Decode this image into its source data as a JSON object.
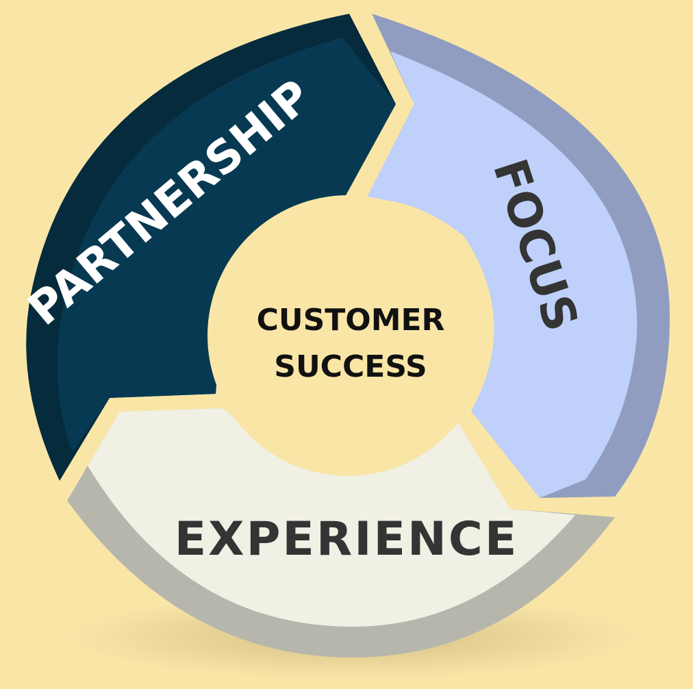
{
  "center": {
    "line1": "CUSTOMER",
    "line2": "SUCCESS"
  },
  "segments": [
    {
      "id": "partnership",
      "label": "PARTNERSHIP",
      "fill": "#073a52",
      "rim": "#052b3d",
      "text_color": "#ffffff"
    },
    {
      "id": "focus",
      "label": "FOCUS",
      "fill": "#bfd0fb",
      "rim": "#909dc0",
      "text_color": "#343434"
    },
    {
      "id": "experience",
      "label": "EXPERIENCE",
      "fill": "#f1f0e4",
      "rim": "#b6b6ad",
      "text_color": "#343434"
    }
  ],
  "colors": {
    "background": "#f9e6a7",
    "hub": "#f9e6a7",
    "center_text": "#111111",
    "shadow": "#d9c48d"
  }
}
